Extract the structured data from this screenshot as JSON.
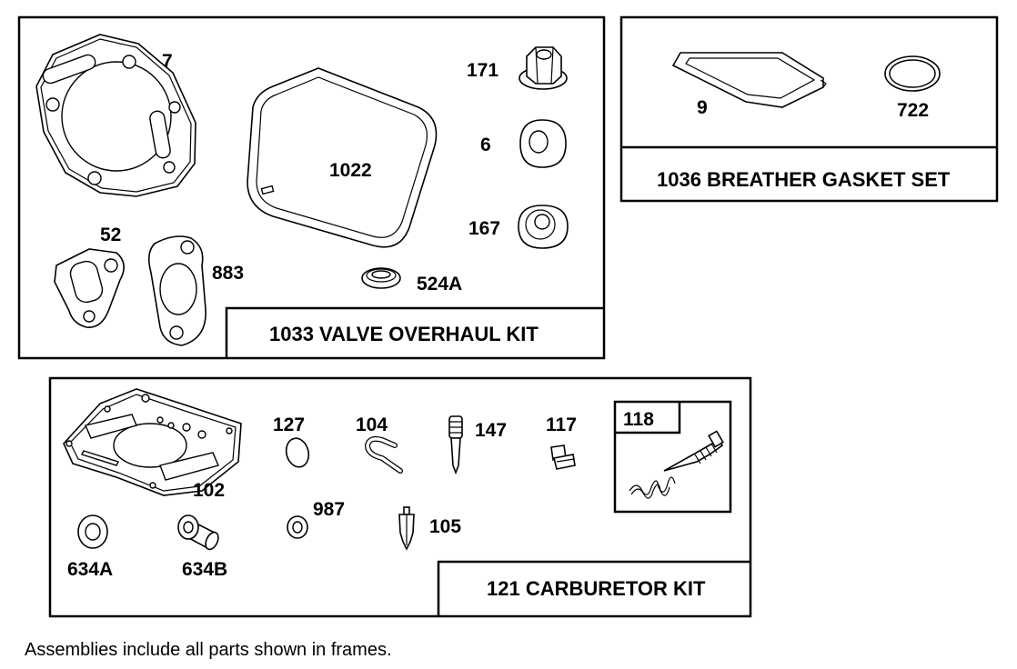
{
  "kits": {
    "valve": {
      "title": "1033 VALVE OVERHAUL KIT",
      "parts": [
        "7",
        "1022",
        "171",
        "6",
        "167",
        "52",
        "883",
        "524A"
      ]
    },
    "breather": {
      "title": "1036 BREATHER GASKET SET",
      "parts": [
        "9",
        "722"
      ]
    },
    "carburetor": {
      "title": "121 CARBURETOR KIT",
      "parts": [
        "102",
        "127",
        "104",
        "147",
        "117",
        "118",
        "987",
        "105",
        "634A",
        "634B"
      ]
    }
  },
  "footnote": "Assemblies include all parts shown in frames."
}
